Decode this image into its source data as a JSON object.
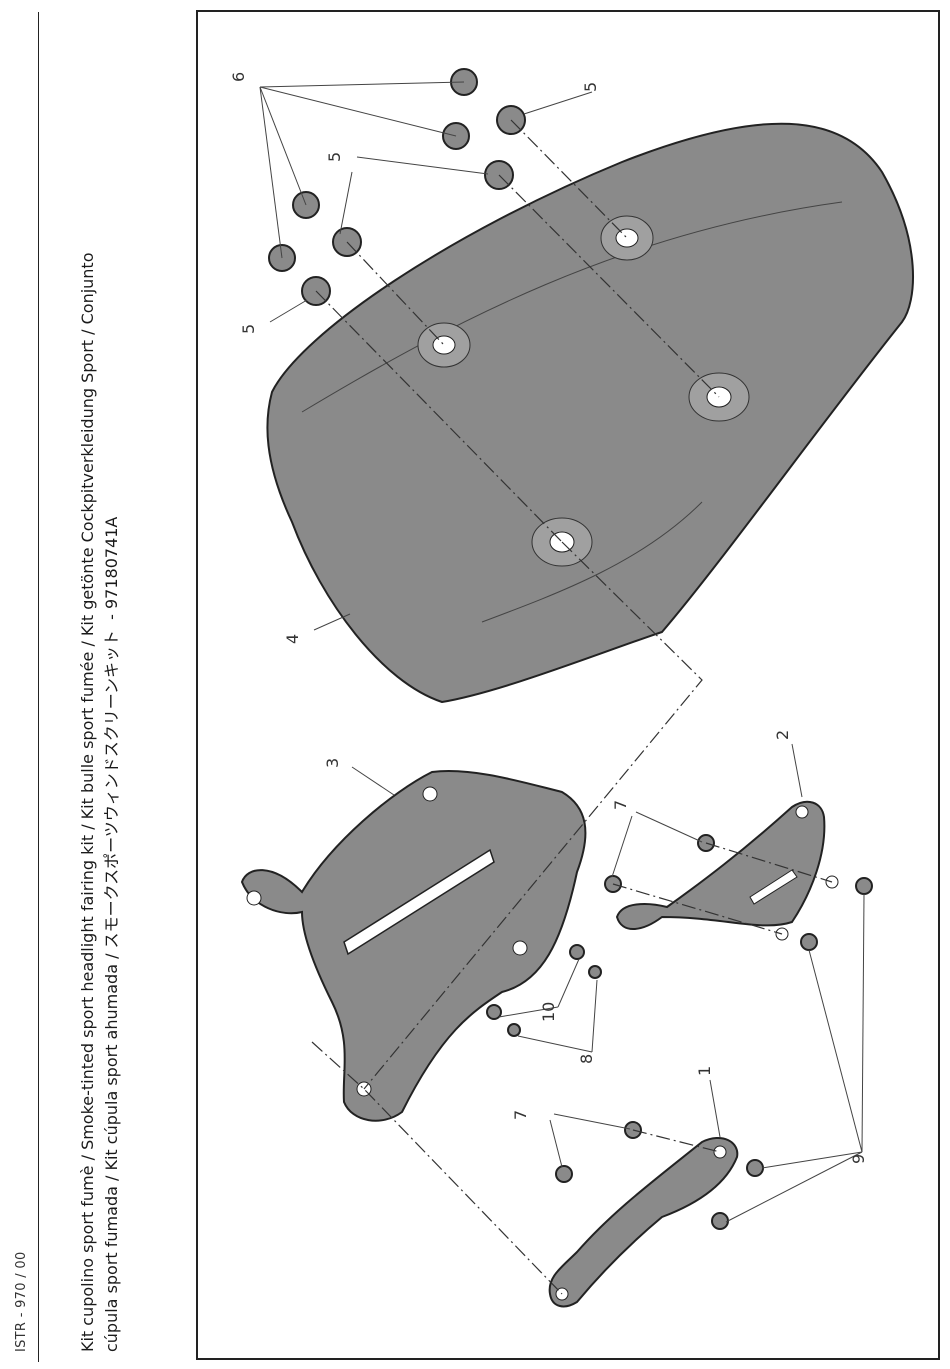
{
  "document": {
    "code": "ISTR - 970 / 00",
    "title_line1": "Kit cupolino sport fumè / Smoke-tinted sport headlight fairing kit / Kit bulle sport fumée / Kit getönte Cockpitverkleidung Sport / Conjunto",
    "title_line2": "cúpula sport fumada / Kit cúpula sport ahumada / スモークスポーツウィンドスクリーンキット",
    "part_number": "- 97180741A"
  },
  "diagram": {
    "labels": [
      "1",
      "2",
      "3",
      "4",
      "5",
      "5",
      "5",
      "6",
      "7",
      "7",
      "8",
      "9",
      "10"
    ]
  }
}
